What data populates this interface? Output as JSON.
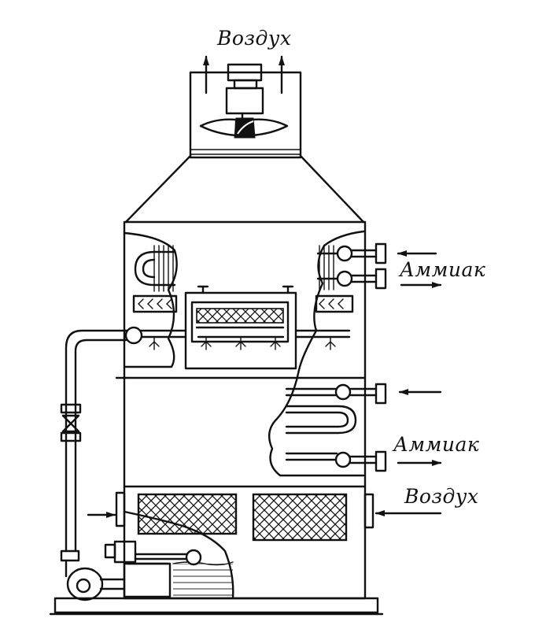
{
  "labels": {
    "air_out": "Воздух",
    "ammonia_upper": "Аммиак",
    "ammonia_lower": "Аммиак",
    "air_in": "Воздух"
  },
  "colors": {
    "ink": "#111111",
    "paper": "#ffffff"
  },
  "icons": [
    "fan-icon",
    "motor-icon",
    "valve-icon",
    "pump-icon",
    "spray-nozzle-icon"
  ]
}
